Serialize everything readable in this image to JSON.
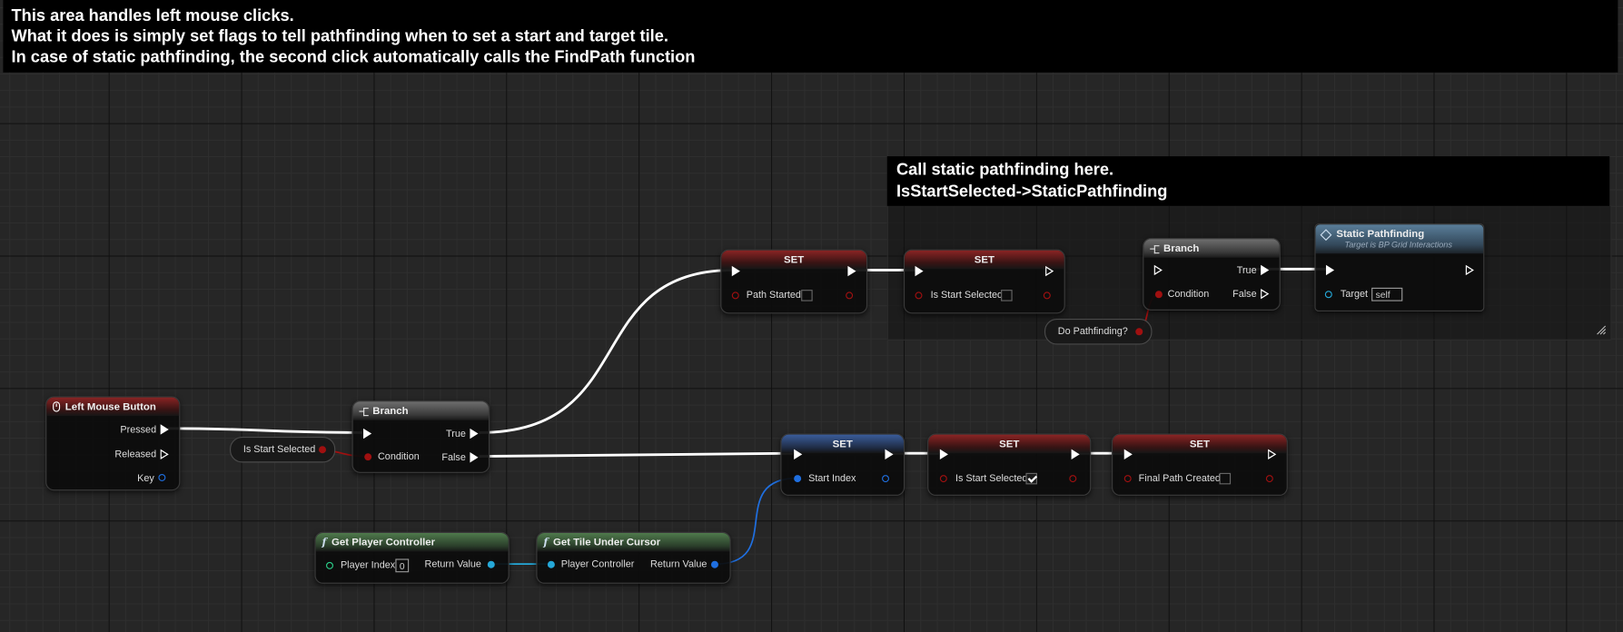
{
  "comments": {
    "top": {
      "lines": [
        "This area handles left mouse clicks.",
        "What it does is simply set flags to tell pathfinding when to set a start and target tile.",
        "In case of static pathfinding, the second click automatically calls the FindPath function"
      ]
    },
    "right": {
      "lines": [
        "Call static pathfinding here.",
        "IsStartSelected->StaticPathfinding"
      ]
    }
  },
  "nodes": {
    "left_mouse": {
      "title": "Left Mouse Button",
      "pins": {
        "pressed": "Pressed",
        "released": "Released",
        "key": "Key"
      }
    },
    "branch1": {
      "title": "Branch",
      "pins": {
        "condition": "Condition",
        "true": "True",
        "false": "False"
      }
    },
    "is_start_selected_get": {
      "label": "Is Start Selected"
    },
    "set_path_started": {
      "title": "SET",
      "var": "Path Started",
      "checked": false
    },
    "set_is_start_selected_top": {
      "title": "SET",
      "var": "Is Start Selected",
      "checked": false
    },
    "do_pathfinding_get": {
      "label": "Do Pathfinding?"
    },
    "branch2": {
      "title": "Branch",
      "pins": {
        "condition": "Condition",
        "true": "True",
        "false": "False"
      }
    },
    "static_pathfinding": {
      "title": "Static Pathfinding",
      "subtitle": "Target is BP Grid Interactions",
      "target_label": "Target",
      "target_value": "self"
    },
    "set_start_index": {
      "title": "SET",
      "var": "Start Index"
    },
    "set_is_start_selected_bottom": {
      "title": "SET",
      "var": "Is Start Selected",
      "checked": true
    },
    "set_final_path_created": {
      "title": "SET",
      "var": "Final Path Created",
      "checked": false
    },
    "get_player_controller": {
      "title": "Get Player Controller",
      "in_label": "Player Index",
      "in_value": "0",
      "out_label": "Return Value"
    },
    "get_tile_under_cursor": {
      "title": "Get Tile Under Cursor",
      "in_label": "Player Controller",
      "out_label": "Return Value"
    }
  },
  "colors": {
    "exec_wire": "#ffffff",
    "bool_pin": "#a01010",
    "struct_pin": "#1f6fe0",
    "object_pin": "#25a8d8",
    "function_header": "#4f7a4c",
    "set_header": "#8a2424",
    "branch_header": "#6e6e6e"
  }
}
